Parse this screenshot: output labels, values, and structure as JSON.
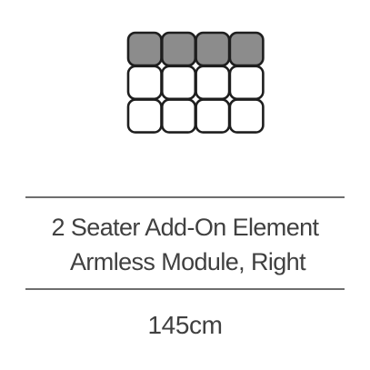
{
  "product": {
    "name_line1": "2 Seater Add-On Element",
    "name_line2": "Armless Module, Right",
    "width": "145cm"
  },
  "diagram": {
    "rows": 3,
    "cols": 4,
    "highlighted_row": 0,
    "colors": {
      "highlight_fill": "#8c8c8c",
      "cell_fill": "#ffffff",
      "stroke": "#1e1e1e"
    }
  }
}
